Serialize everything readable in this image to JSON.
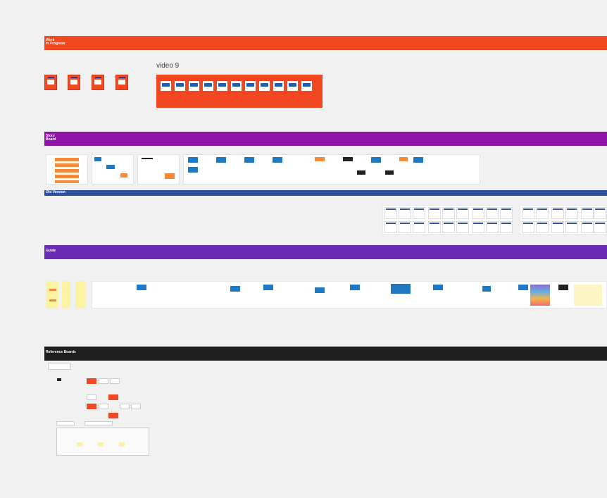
{
  "sections": {
    "wip": {
      "label": "Work\nIn Progress",
      "color": "#f24822"
    },
    "video": {
      "label": "video 9",
      "color": "#f24822"
    },
    "storyboard": {
      "label": "Story\nBoard",
      "color": "#9013a8"
    },
    "old_version": {
      "label": "Old Version",
      "color": "#2d4f9c"
    },
    "guide": {
      "label": "Guide",
      "color": "#6a2bb5"
    },
    "reference": {
      "label": "Reference Boards",
      "color": "#1e1e1e"
    }
  }
}
